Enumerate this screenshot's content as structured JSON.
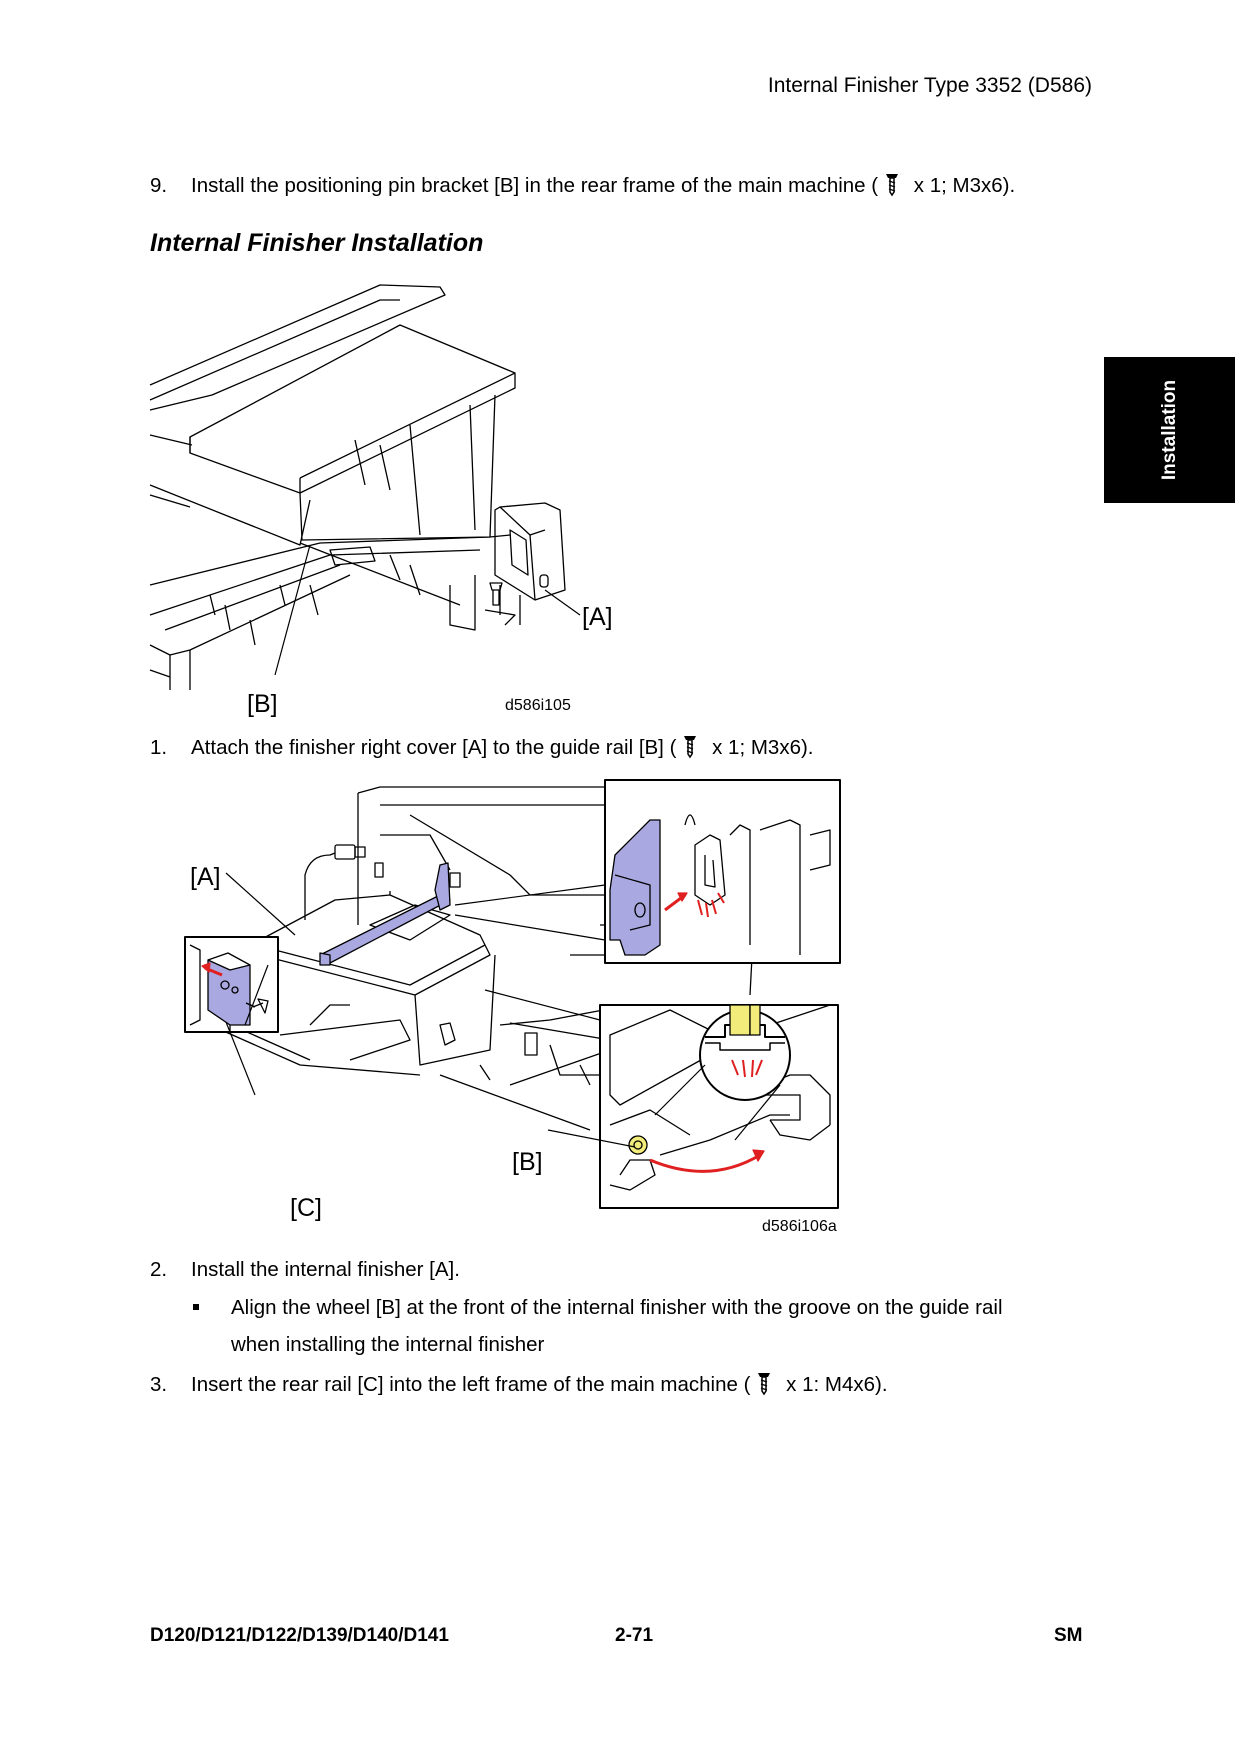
{
  "header": {
    "title": "Internal Finisher Type 3352 (D586)"
  },
  "side_tab": {
    "label": "Installation"
  },
  "section_heading": "Internal Finisher Installation",
  "steps": [
    {
      "num": "9.",
      "before": "Install the positioning pin bracket [B] in the rear frame of the main machine (",
      "after": " x 1; M3x6)."
    },
    {
      "num": "1.",
      "before": "Attach the finisher right cover [A] to the guide rail [B] (",
      "after": " x 1; M3x6)."
    },
    {
      "num": "2.",
      "text": "Install the internal finisher [A]."
    },
    {
      "num": "3.",
      "before": "Insert the rear rail [C] into the left frame of the main machine (",
      "after": " x 1: M4x6)."
    }
  ],
  "bullet": {
    "line1": "Align the wheel [B] at the front of the internal finisher with the groove on the guide rail",
    "line2": "when installing the internal finisher"
  },
  "figure1": {
    "label_a": "[A]",
    "label_b": "[B]",
    "code": "d586i105"
  },
  "figure2": {
    "label_a": "[A]",
    "label_b": "[B]",
    "label_c": "[C]",
    "code": "d586i106a"
  },
  "footer": {
    "models": "D120/D121/D122/D139/D140/D141",
    "page": "2-71",
    "manual": "SM"
  },
  "colors": {
    "highlight": "#a9a8e0",
    "arrow": "#e02020",
    "wheel": "#f2ec7a",
    "tab": "#000000"
  },
  "icons": {
    "screw": "screw-icon"
  }
}
